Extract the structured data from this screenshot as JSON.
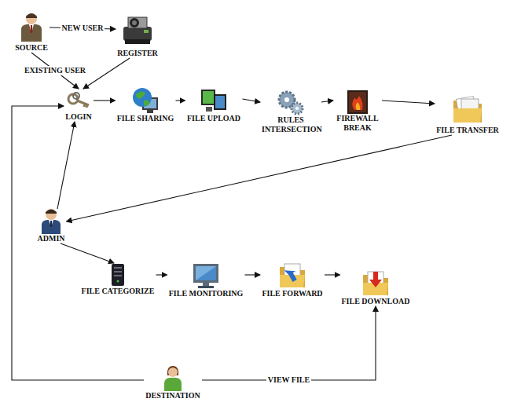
{
  "diagram": {
    "nodes": [
      {
        "text": [
          "SOURCE"
        ]
      },
      {
        "text": [
          "REGISTER"
        ]
      },
      {
        "text": [
          "LOGIN"
        ]
      },
      {
        "text": [
          "FILE SHARING"
        ]
      },
      {
        "text": [
          "FILE UPLOAD"
        ]
      },
      {
        "text": [
          "RULES INTERSECTION"
        ]
      },
      {
        "text": [
          "FIREWALL BREAK"
        ]
      },
      {
        "text": [
          "FILE TRANSFER"
        ]
      },
      {
        "text": [
          "ADMIN"
        ]
      },
      {
        "text": [
          "FILE CATEGORIZE"
        ]
      },
      {
        "text": [
          "FILE MONITORING"
        ]
      },
      {
        "text": [
          "FILE FORWARD"
        ]
      },
      {
        "text": [
          "FILE DOWNLOAD"
        ]
      },
      {
        "text": [
          "DESTINATION"
        ]
      }
    ],
    "edges": [
      {
        "from": 0,
        "to": 1,
        "label": "NEW USER",
        "arrow": "to"
      },
      {
        "from": 0,
        "to": 2,
        "label": "EXISTING USER",
        "arrow": "to"
      },
      {
        "from": 1,
        "to": 2,
        "arrow": "to"
      },
      {
        "from": 2,
        "to": 3,
        "arrow": "to"
      },
      {
        "from": 3,
        "to": 4,
        "arrow": "to"
      },
      {
        "from": 4,
        "to": 5,
        "arrow": "to"
      },
      {
        "from": 5,
        "to": 6,
        "arrow": "to"
      },
      {
        "from": 6,
        "to": 7,
        "arrow": "to"
      },
      {
        "from": 7,
        "to": 8,
        "arrow": "to"
      },
      {
        "from": 8,
        "to": 2,
        "arrow": "to"
      },
      {
        "from": 8,
        "to": 9,
        "arrow": "to"
      },
      {
        "from": 9,
        "to": 10,
        "arrow": "to"
      },
      {
        "from": 10,
        "to": 11,
        "arrow": "to"
      },
      {
        "from": 11,
        "to": 12,
        "arrow": "to"
      },
      {
        "from": 13,
        "to": 12,
        "label": "VIEW FILE",
        "arrow": "to"
      },
      {
        "from": 13,
        "to": 2,
        "arrow": "to"
      }
    ]
  }
}
